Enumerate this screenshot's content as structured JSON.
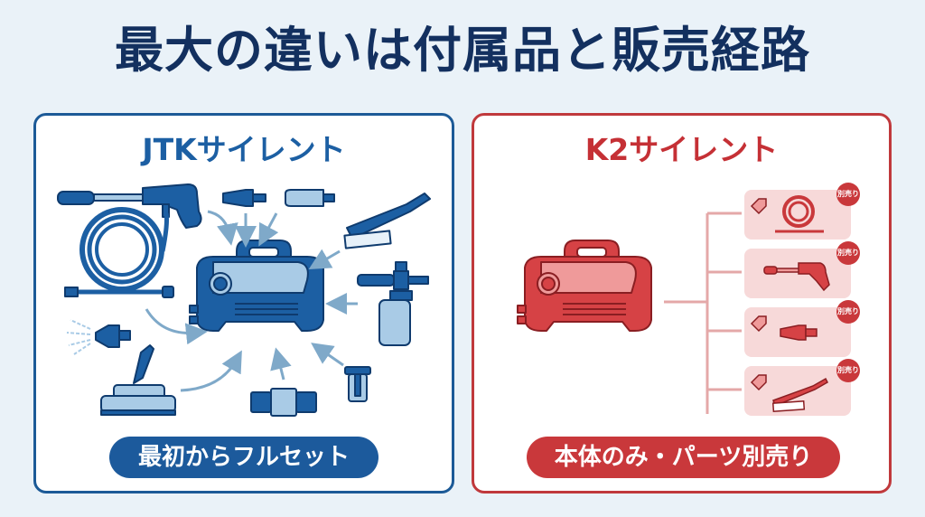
{
  "title": "最大の違いは付属品と販売経路",
  "colors": {
    "background": "#eaf2f8",
    "title": "#13305f",
    "jtk_primary": "#1c5a9c",
    "jtk_light": "#a9cbe6",
    "k2_primary": "#c9383b",
    "k2_light": "#f7d9d9"
  },
  "left_panel": {
    "name": "JTKサイレント",
    "caption": "最初からフルセット",
    "center_item": "pressure-washer-unit",
    "accessories": [
      "spray-gun-with-lance",
      "high-pressure-hose",
      "adjustable-nozzle",
      "turbo-nozzle",
      "rotating-brush",
      "foam-cannon",
      "spray-nozzle",
      "patio-cleaner",
      "hose-connector",
      "water-filter"
    ]
  },
  "right_panel": {
    "name": "K2サイレント",
    "caption": "本体のみ・パーツ別売り",
    "center_item": "pressure-washer-unit",
    "sold_separately_items": [
      {
        "item": "high-pressure-hose",
        "badge": "別売り",
        "has_tag": true
      },
      {
        "item": "spray-gun-with-lance",
        "badge": "別売り",
        "has_tag": false
      },
      {
        "item": "adjustable-nozzle",
        "badge": "別売り",
        "has_tag": true
      },
      {
        "item": "rotating-brush",
        "badge": "別売り",
        "has_tag": true
      }
    ]
  }
}
